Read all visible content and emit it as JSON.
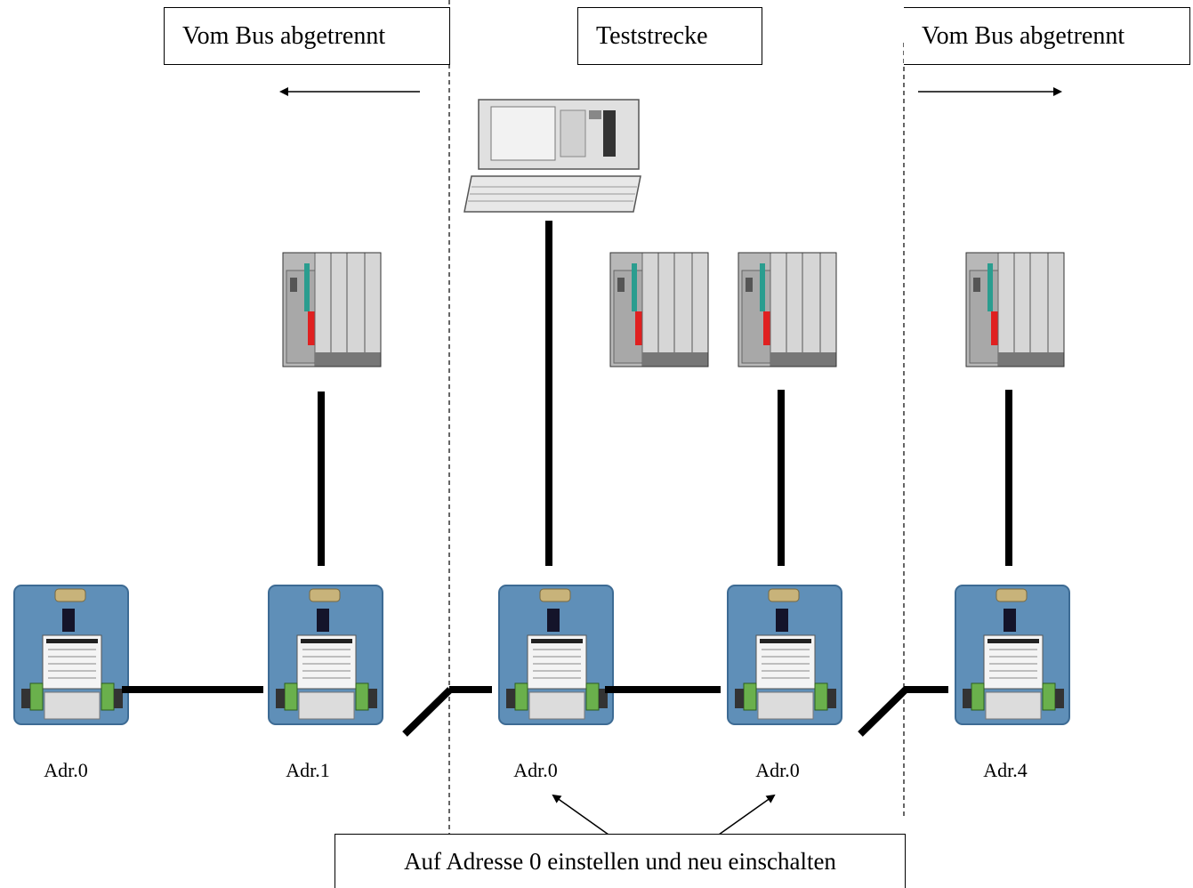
{
  "boxes": {
    "left": "Vom Bus abgetrennt",
    "center": "Teststrecke",
    "right": "Vom Bus abgetrennt"
  },
  "addresses": [
    "Adr.0",
    "Adr.1",
    "Adr.0",
    "Adr.0",
    "Adr.4"
  ],
  "note": "Auf Adresse 0 einstellen und neu einschalten",
  "colors": {
    "module_blue": "#5f8fb8",
    "plc_gray": "#b8b8b8",
    "indicator_red": "#e02020",
    "indicator_teal": "#2a9d8f"
  }
}
